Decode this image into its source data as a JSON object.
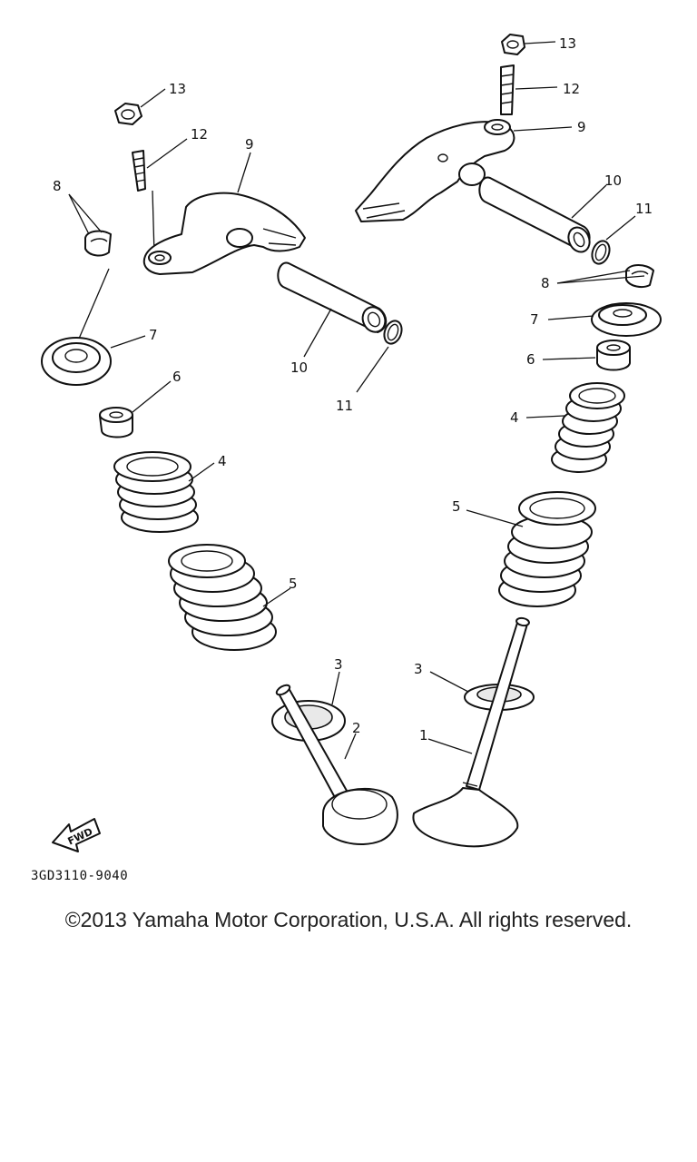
{
  "labels": {
    "l1": "1",
    "l2": "2",
    "l3a": "3",
    "l3b": "3",
    "l4a": "4",
    "l4b": "4",
    "l5a": "5",
    "l5b": "5",
    "l6a": "6",
    "l6b": "6",
    "l7a": "7",
    "l7b": "7",
    "l8a": "8",
    "l8b": "8",
    "l9a": "9",
    "l9b": "9",
    "l10a": "10",
    "l10b": "10",
    "l11a": "11",
    "l11b": "11",
    "l12a": "12",
    "l12b": "12",
    "l13a": "13",
    "l13b": "13"
  },
  "fwd_label": "FWD",
  "catalog_code": "3GD3110-9040",
  "copyright": "©2013 Yamaha Motor Corporation, U.S.A. All rights reserved."
}
